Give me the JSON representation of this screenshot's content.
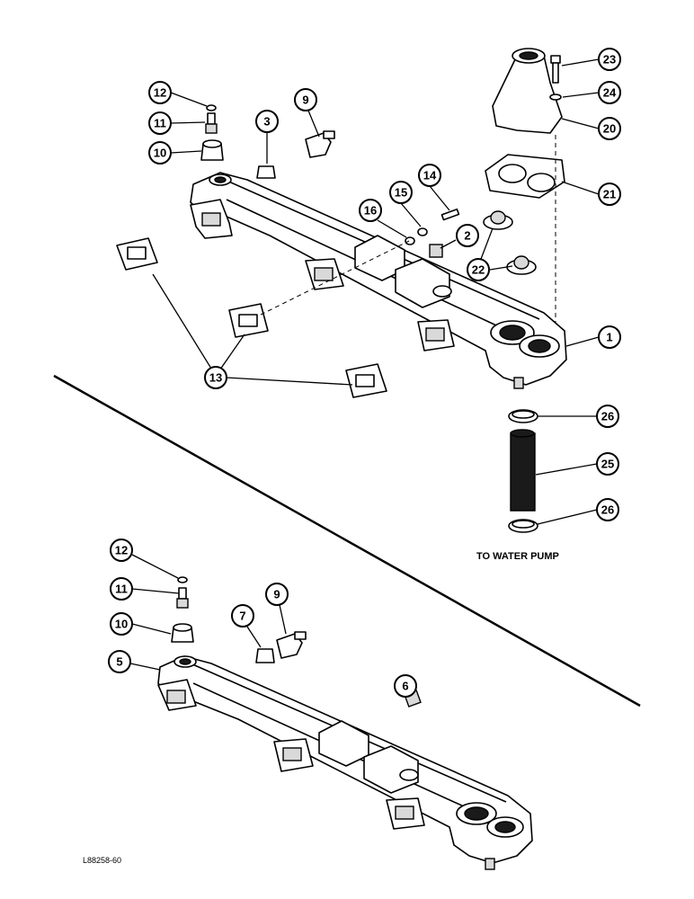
{
  "diagram": {
    "caption": "TO WATER PUMP",
    "figure_id": "L88258-60",
    "callouts_upper": [
      "12",
      "11",
      "10",
      "3",
      "9",
      "23",
      "24",
      "20",
      "21",
      "14",
      "15",
      "16",
      "2",
      "22",
      "13",
      "1",
      "26",
      "25",
      "26"
    ],
    "callouts_lower": [
      "12",
      "11",
      "10",
      "9",
      "7",
      "5",
      "6"
    ]
  }
}
